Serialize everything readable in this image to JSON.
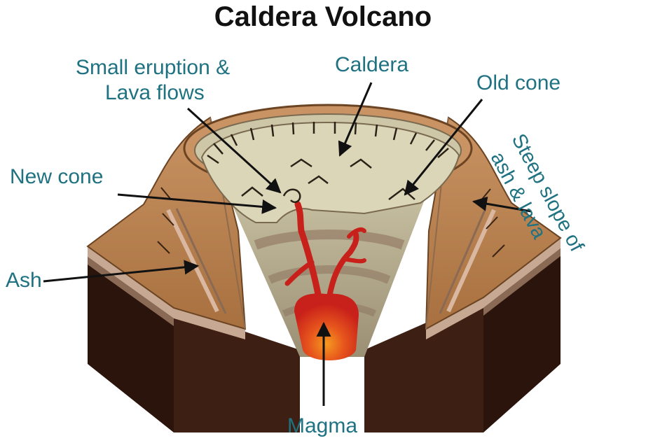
{
  "title": "Caldera Volcano",
  "labels": {
    "small_eruption_line1": "Small eruption &",
    "small_eruption_line2": "Lava flows",
    "caldera": "Caldera",
    "old_cone": "Old cone",
    "new_cone": "New cone",
    "steep_slope_line1": "Steep slope of",
    "steep_slope_line2": "ash & lava",
    "ash": "Ash",
    "magma": "Magma"
  },
  "colors": {
    "label_text": "#1f7281",
    "title_text": "#111111",
    "arrow": "#111111",
    "slope": "#b88253",
    "ground": "#3a1d12",
    "caldera_floor": "#d9d5b8",
    "magma": "#e0261b"
  }
}
